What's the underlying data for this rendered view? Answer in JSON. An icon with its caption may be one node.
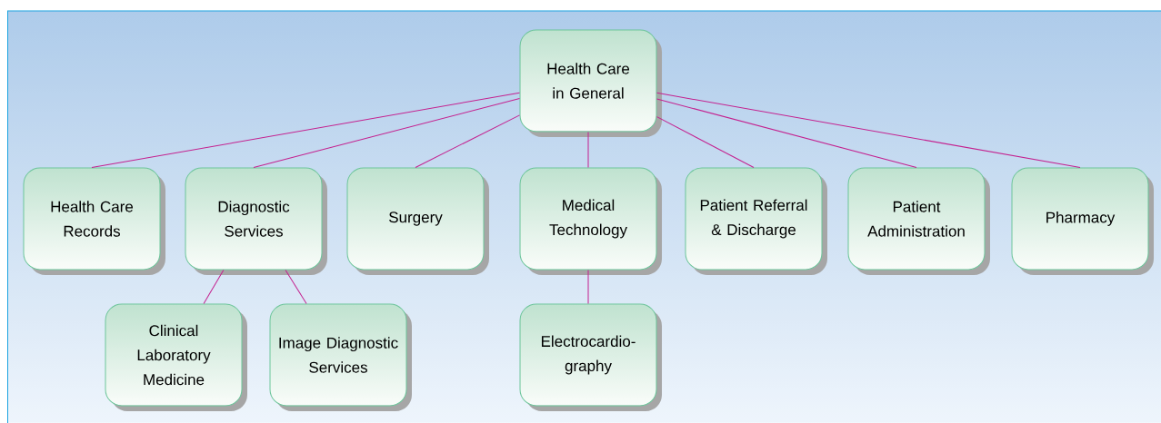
{
  "diagram": {
    "nodes": [
      {
        "text": [
          "Health Care in General"
        ]
      },
      {
        "text": [
          "Health Care Records"
        ]
      },
      {
        "text": [
          "Diagnostic Services"
        ]
      },
      {
        "text": [
          "Surgery"
        ]
      },
      {
        "text": [
          "Medical Technology"
        ]
      },
      {
        "text": [
          "Patient Referral & Discharge"
        ]
      },
      {
        "text": [
          "Patient Administration"
        ]
      },
      {
        "text": [
          "Pharmacy"
        ]
      },
      {
        "text": [
          "Clinical Laboratory Medicine"
        ]
      },
      {
        "text": [
          "Image Diagnostic Services"
        ]
      },
      {
        "text": [
          "Electrocardio- graphy"
        ]
      }
    ],
    "edges": [
      {
        "from": 0,
        "to": 1,
        "arrow": "none"
      },
      {
        "from": 0,
        "to": 2,
        "arrow": "none"
      },
      {
        "from": 0,
        "to": 3,
        "arrow": "none"
      },
      {
        "from": 0,
        "to": 4,
        "arrow": "none"
      },
      {
        "from": 0,
        "to": 5,
        "arrow": "none"
      },
      {
        "from": 0,
        "to": 6,
        "arrow": "none"
      },
      {
        "from": 0,
        "to": 7,
        "arrow": "none"
      },
      {
        "from": 2,
        "to": 8,
        "arrow": "none"
      },
      {
        "from": 2,
        "to": 9,
        "arrow": "none"
      },
      {
        "from": 4,
        "to": 10,
        "arrow": "none"
      }
    ]
  }
}
